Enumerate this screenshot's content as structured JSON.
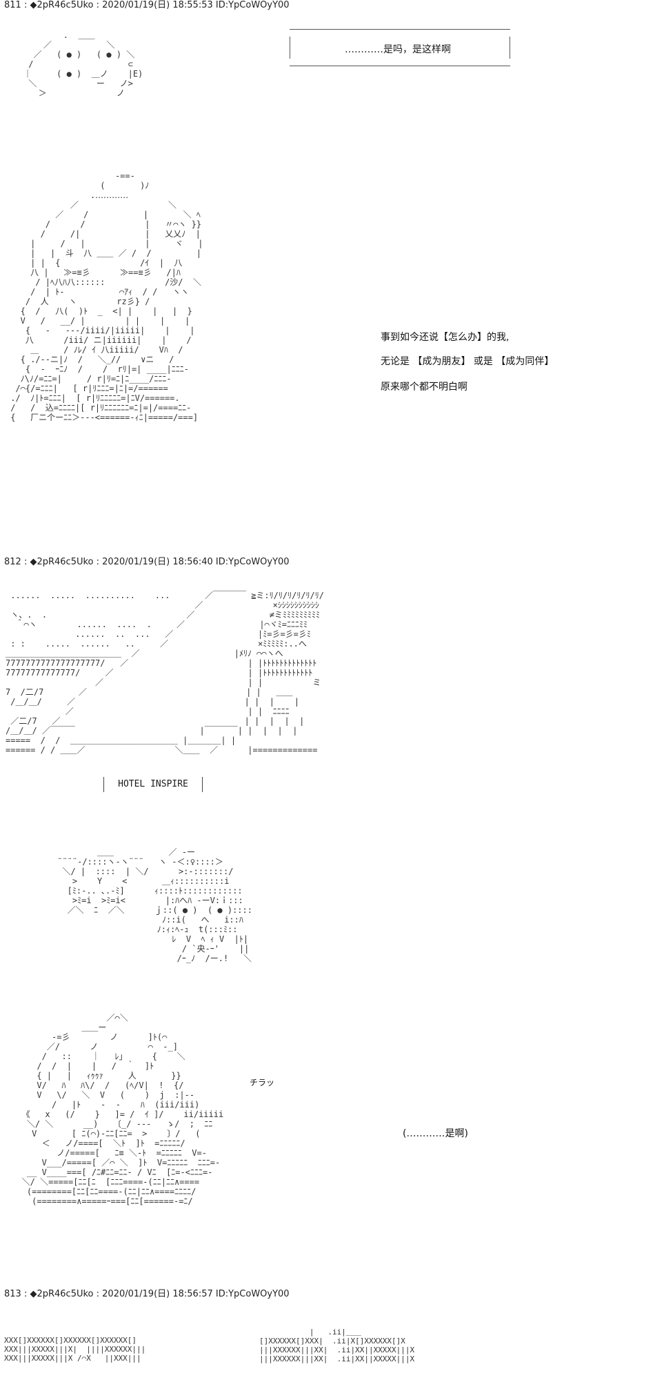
{
  "posts": [
    {
      "number": "811",
      "header": "811 : ◆2pR46c5Uko : 2020/01/19(日) 18:55:53 ID:YpCoWOyY00"
    },
    {
      "number": "812",
      "header": "812 : ◆2pR46c5Uko : 2020/01/19(日) 18:56:40 ID:YpCoWOyY00"
    },
    {
      "number": "813",
      "header": "813 : ◆2pR46c5Uko : 2020/01/19(日) 18:56:57 ID:YpCoWOyY00"
    }
  ],
  "post811": {
    "speech": "…………是吗，是这样啊",
    "narration": [
      "事到如今还说【怎么办】的我,",
      "无论是 【成为朋友】 或是 【成为同伴】",
      "原来哪个都不明白啊"
    ]
  },
  "post812": {
    "hotel_sign": "HOTEL INSPIRE",
    "sfx": "チラッ",
    "reply": "(…………是啊)"
  }
}
